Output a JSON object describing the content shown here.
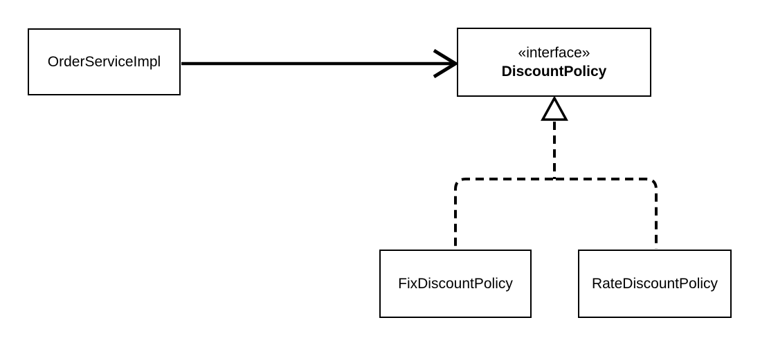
{
  "diagram": {
    "kind": "uml-class-diagram",
    "colors": {
      "background": "#ffffff",
      "stroke": "#000000",
      "text": "#000000"
    },
    "nodes": {
      "order_service_impl": {
        "label": "OrderServiceImpl"
      },
      "discount_policy": {
        "stereotype": "«interface»",
        "name": "DiscountPolicy"
      },
      "fix_discount_policy": {
        "label": "FixDiscountPolicy"
      },
      "rate_discount_policy": {
        "label": "RateDiscountPolicy"
      }
    },
    "relationships": [
      {
        "from": "OrderServiceImpl",
        "to": "DiscountPolicy",
        "type": "association",
        "line": "solid",
        "arrowhead": "open-arrow"
      },
      {
        "from": "FixDiscountPolicy",
        "to": "DiscountPolicy",
        "type": "realization",
        "line": "dashed",
        "arrowhead": "hollow-triangle"
      },
      {
        "from": "RateDiscountPolicy",
        "to": "DiscountPolicy",
        "type": "realization",
        "line": "dashed",
        "arrowhead": "hollow-triangle"
      }
    ]
  }
}
